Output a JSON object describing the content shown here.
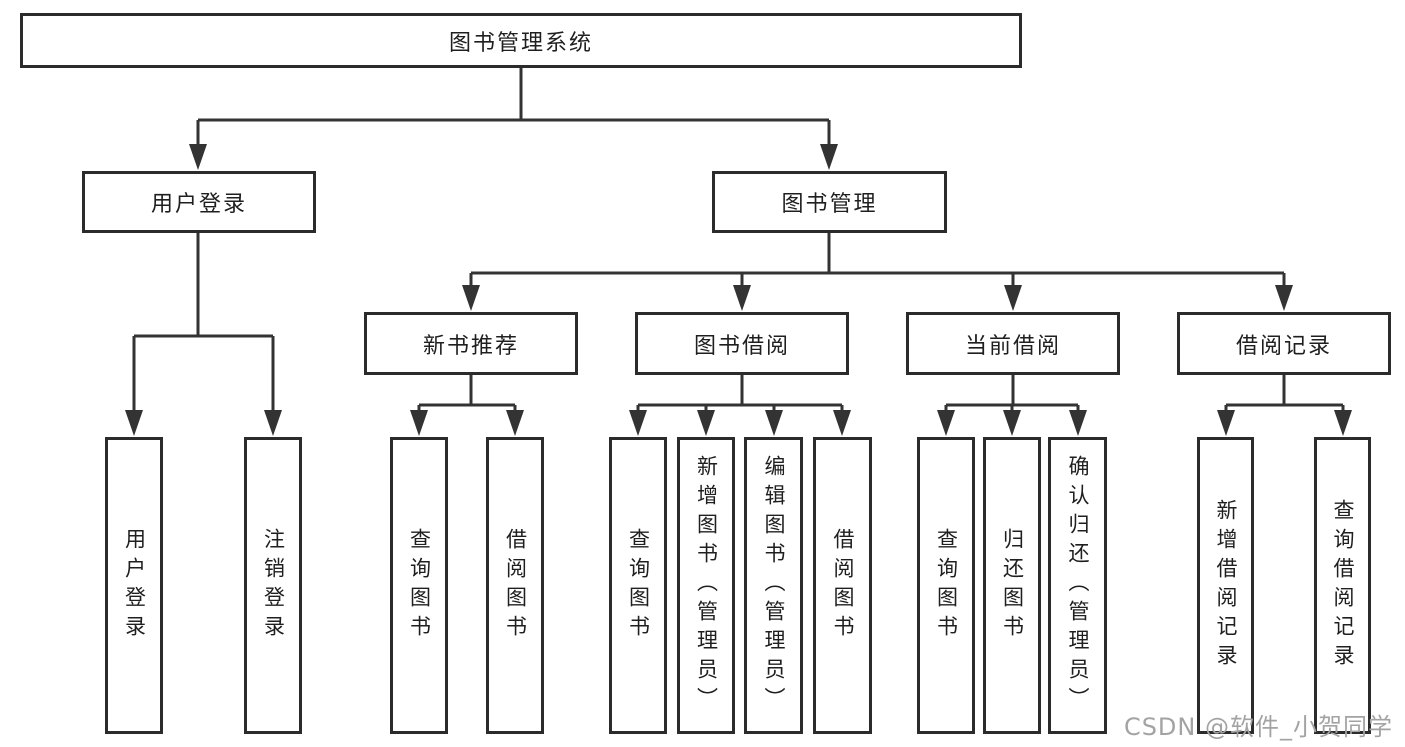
{
  "nodes": {
    "root": {
      "label": "图书管理系统"
    },
    "user_login": {
      "label": "用户登录",
      "children": [
        {
          "label": "用户登录"
        },
        {
          "label": "注销登录"
        }
      ]
    },
    "book_mgmt": {
      "label": "图书管理",
      "groups": [
        {
          "label": "新书推荐",
          "children": [
            {
              "label": "查询图书"
            },
            {
              "label": "借阅图书"
            }
          ]
        },
        {
          "label": "图书借阅",
          "children": [
            {
              "label": "查询图书"
            },
            {
              "label": "新增图书（管理员）"
            },
            {
              "label": "编辑图书（管理员）"
            },
            {
              "label": "借阅图书"
            }
          ]
        },
        {
          "label": "当前借阅",
          "children": [
            {
              "label": "查询图书"
            },
            {
              "label": "归还图书"
            },
            {
              "label": "确认归还（管理员）"
            }
          ]
        },
        {
          "label": "借阅记录",
          "children": [
            {
              "label": "新增借阅记录"
            },
            {
              "label": "查询借阅记录"
            }
          ]
        }
      ]
    }
  },
  "watermark": "CSDN @软件_小贺同学",
  "colors": {
    "line": "#333333",
    "box_border": "#2b2b2b",
    "text": "#1f1f1f",
    "watermark": "#a3a3a3",
    "background": "#ffffff"
  }
}
